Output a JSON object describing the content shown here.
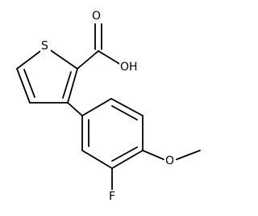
{
  "structure": {
    "atoms": {
      "S": "S",
      "O_carbonyl": "O",
      "OH": "OH",
      "F": "F",
      "O_methoxy": "O"
    }
  }
}
